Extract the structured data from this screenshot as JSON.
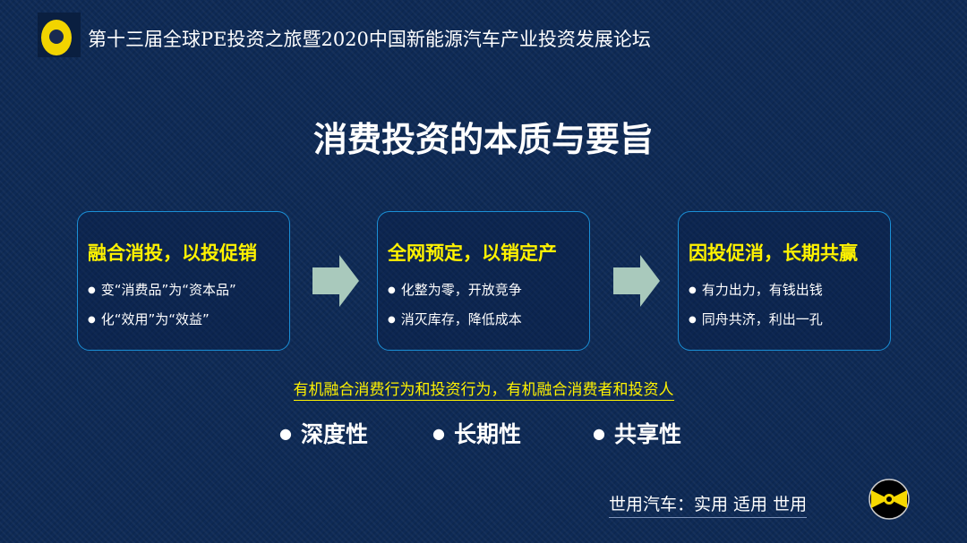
{
  "header": {
    "title": "第十三届全球PE投资之旅暨2020中国新能源汽车产业投资发展论坛"
  },
  "main": {
    "title": "消费投资的本质与要旨"
  },
  "cards": [
    {
      "title": "融合消投，以投促销",
      "items": [
        "变“消费品”为“资本品”",
        "化“效用”为“效益”"
      ]
    },
    {
      "title": "全网预定，以销定产",
      "items": [
        "化整为零，开放竞争",
        "消灭库存，降低成本"
      ]
    },
    {
      "title": "因投促消，长期共赢",
      "items": [
        "有力出力，有钱出钱",
        "同舟共济，利出一孔"
      ]
    }
  ],
  "subtitle": "有机融合消费行为和投资行为，有机融合消费者和投资人",
  "keywords": [
    "深度性",
    "长期性",
    "共享性"
  ],
  "footer": {
    "slogan": "世用汽车：实用 适用 世用"
  },
  "colors": {
    "background": "#0e2a56",
    "accent": "#fff200",
    "border": "#1a8fd6",
    "arrow": "#a9c9bc"
  }
}
